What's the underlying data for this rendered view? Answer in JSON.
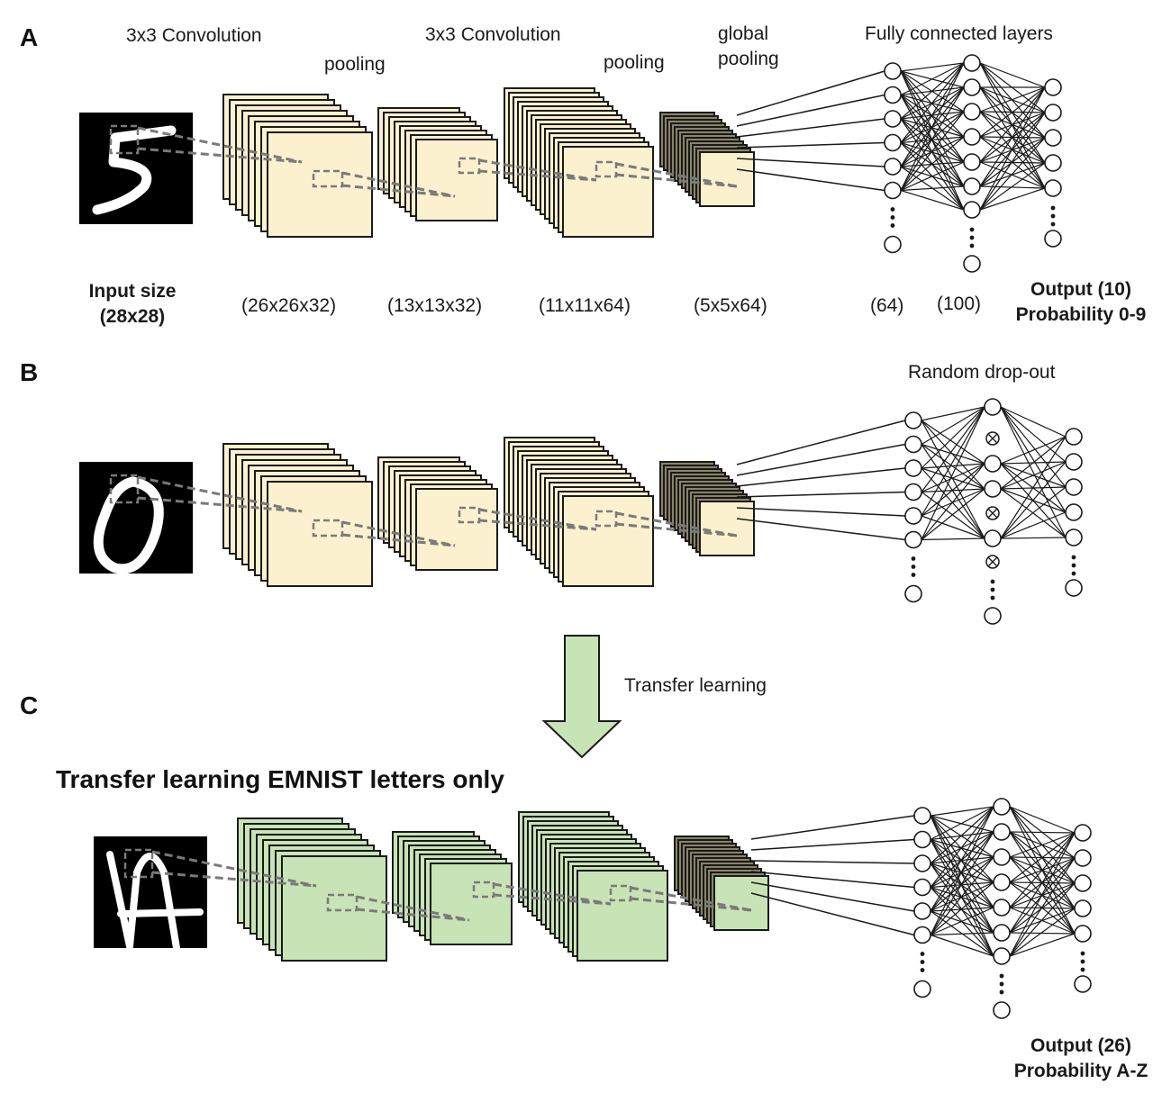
{
  "colors": {
    "panel_ab_fill": "#fcf1cf",
    "panel_c_fill": "#c8e3b5",
    "global_pool_side": "#8a8468",
    "arrow_fill": "#c8e3b5",
    "stroke": "#1a1a1a",
    "dash": "#7a7a7a"
  },
  "panels": [
    {
      "id": "A",
      "letter": "A",
      "input_digit": "5",
      "labels": {
        "conv1": "3x3 Convolution",
        "pool1": "pooling",
        "conv2": "3x3 Convolution",
        "pool2": "pooling",
        "gpool_line1": "global",
        "gpool_line2": "pooling",
        "fc": "Fully connected layers",
        "input_line1": "Input size",
        "input_line2": "(28x28)",
        "dim1": "(26x26x32)",
        "dim2": "(13x13x32)",
        "dim3": "(11x11x64)",
        "dim4": "(5x5x64)",
        "fc1": "(64)",
        "fc2": "(100)",
        "out_line1": "Output (10)",
        "out_line2": "Probability 0-9"
      }
    },
    {
      "id": "B",
      "letter": "B",
      "input_digit": "0",
      "labels": {
        "dropout": "Random drop-out"
      }
    },
    {
      "id": "C",
      "letter": "C",
      "input_digit": "A",
      "labels": {
        "headline": "Transfer learning EMNIST letters only",
        "out_line1": "Output (26)",
        "out_line2": "Probability A-Z"
      }
    }
  ],
  "transfer": {
    "label": "Transfer learning"
  },
  "network": {
    "layers": [
      "input 28x28",
      "conv 26x26x32",
      "pool 13x13x32",
      "conv 11x11x64",
      "global pool 5x5x64",
      "dense 64",
      "dense 100",
      "output"
    ],
    "dropout_nodes_marked": 3
  }
}
